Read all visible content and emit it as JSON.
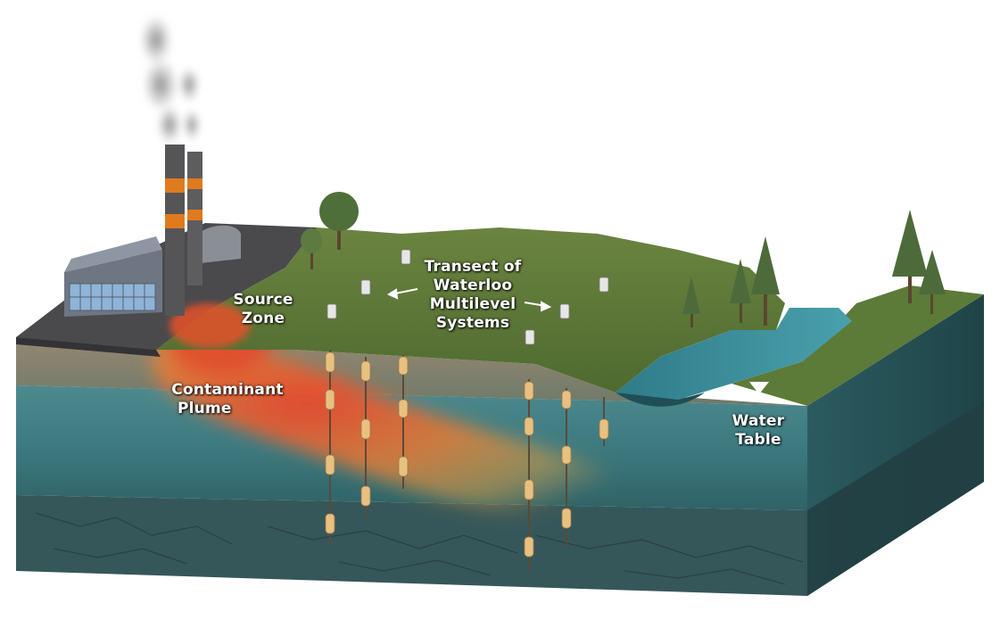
{
  "labels": {
    "source_zone": [
      "Source",
      "Zone"
    ],
    "contaminant_plume": [
      "Contaminant",
      "Plume"
    ],
    "transect": [
      "Transect of",
      "Waterloo",
      "Multilevel",
      "Systems"
    ],
    "water_table": [
      "Water",
      "Table"
    ]
  },
  "icons": {
    "factory": "factory-icon",
    "smokestack": "smokestack-icon",
    "tree": "tree-icon",
    "monitoring_well": "monitoring-well-icon",
    "water_table_marker": "triangle-down-icon"
  },
  "colors": {
    "ground_surface": "#5f7a3a",
    "aquifer": "#3f7f86",
    "bedrock": "#3e5f5c",
    "plume_core": "#e8582a",
    "plume_edge": "#f0a23a",
    "river": "#3f8c9a",
    "pavement": "#4a4a4c",
    "stack_band": "#e07a1f"
  }
}
